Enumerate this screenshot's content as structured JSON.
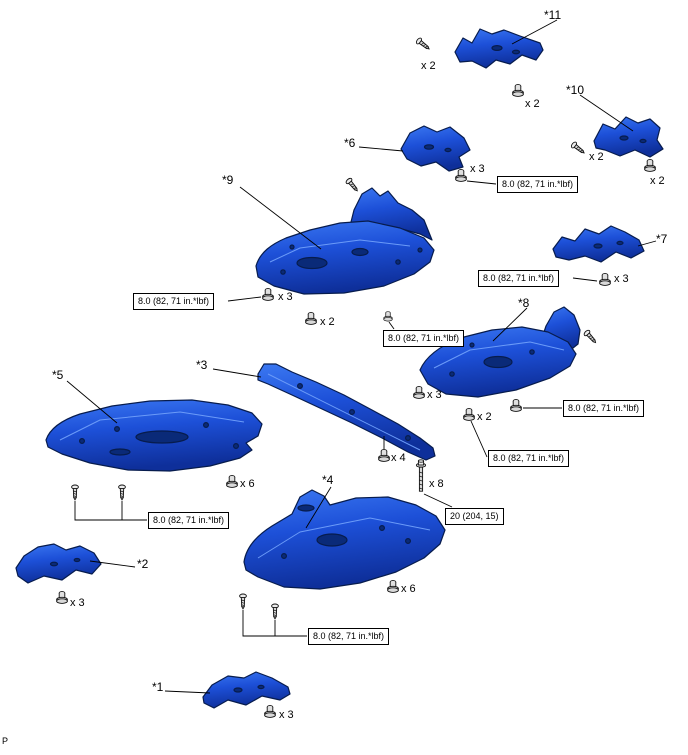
{
  "diagram": {
    "corner_label": "P",
    "callouts": [
      {
        "label": "*1"
      },
      {
        "label": "*2"
      },
      {
        "label": "*3"
      },
      {
        "label": "*4"
      },
      {
        "label": "*5"
      },
      {
        "label": "*6"
      },
      {
        "label": "*7"
      },
      {
        "label": "*8"
      },
      {
        "label": "*9"
      },
      {
        "label": "*10"
      },
      {
        "label": "*11"
      }
    ],
    "quantities": [
      "x 2",
      "x 2",
      "x 2",
      "x 3",
      "x 2",
      "x 3",
      "x 3",
      "x 2",
      "x 3",
      "x 2",
      "x 4",
      "x 6",
      "x 8",
      "x 6",
      "x 3",
      "x 3"
    ],
    "torque_specs": [
      "8.0 (82, 71 in.*lbf)",
      "8.0 (82, 71 in.*lbf)",
      "8.0 (82, 71 in.*lbf)",
      "8.0 (82, 71 in.*lbf)",
      "8.0 (82, 71 in.*lbf)",
      "8.0 (82, 71 in.*lbf)",
      "20 (204, 15)",
      "8.0 (82, 71 in.*lbf)",
      "8.0 (82, 71 in.*lbf)"
    ],
    "colors": {
      "part_fill_light": "#3b78f2",
      "part_fill": "#1d50d8",
      "part_fill_dark": "#0e2f9a",
      "part_outline": "#071c4d",
      "hole_fill": "#0a2a78",
      "line": "#000000"
    }
  }
}
